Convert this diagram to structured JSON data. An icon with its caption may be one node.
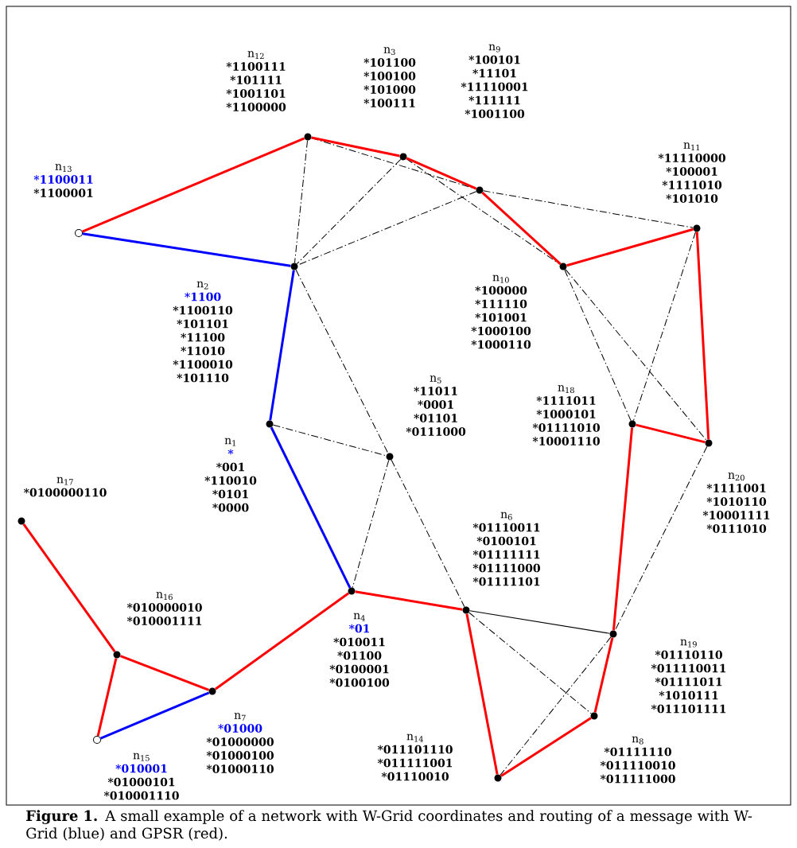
{
  "diagram": {
    "caption": "**Figure 1.** A small example of a network with W-Grid coordinates and routing of a message with W-Grid (blue) and GPSR (red).",
    "nodes": [
      {
        "text": [],
        "shape": "circle",
        "beside": [
          "n$_{1}$",
          "*",
          "*001",
          "*110010",
          "*0101",
          "*0000"
        ]
      },
      {
        "text": [],
        "shape": "circle",
        "beside": [
          "n$_{2}$",
          "*1100",
          "*1100110",
          "*101101",
          "*11100",
          "*11010",
          "*1100010",
          "*101110"
        ]
      },
      {
        "text": [],
        "shape": "circle",
        "beside": [
          "n$_{3}$",
          "*101100",
          "*100100",
          "*101000",
          "*100111"
        ]
      },
      {
        "text": [],
        "shape": "circle",
        "beside": [
          "n$_{4}$",
          "*01",
          "*010011",
          "*01100",
          "*0100001",
          "*0100100"
        ]
      },
      {
        "text": [],
        "shape": "circle",
        "beside": [
          "n$_{5}$",
          "*11011",
          "*0001",
          "*01101",
          "*0111000"
        ]
      },
      {
        "text": [],
        "shape": "circle",
        "beside": [
          "n$_{6}$",
          "*01110011",
          "*0100101",
          "*01111111",
          "*01111000",
          "*01111101"
        ]
      },
      {
        "text": [],
        "shape": "circle",
        "beside": [
          "n$_{7}$",
          "*01000",
          "*01000000",
          "*01000100",
          "*01000110"
        ]
      },
      {
        "text": [],
        "shape": "circle",
        "beside": [
          "n$_{8}$",
          "*01111110",
          "*011110010",
          "*011111000"
        ]
      },
      {
        "text": [],
        "shape": "circle",
        "beside": [
          "n$_{9}$",
          "*100101",
          "*11101",
          "*11110001",
          "*111111",
          "*1001100"
        ]
      },
      {
        "text": [],
        "shape": "circle",
        "beside": [
          "n$_{10}$",
          "*100000",
          "*111110",
          "*101001",
          "*1000100",
          "*1000110"
        ]
      },
      {
        "text": [],
        "shape": "circle",
        "beside": [
          "n$_{11}$",
          "*11110000",
          "*100001",
          "*1111010",
          "*101010"
        ]
      },
      {
        "text": [],
        "shape": "circle",
        "beside": [
          "n$_{12}$",
          "*1100111",
          "*101111",
          "*1001101",
          "*1100000"
        ]
      },
      {
        "text": [],
        "shape": "circle",
        "beside": [
          "n$_{13}$",
          "*1100011",
          "*1100001"
        ]
      },
      {
        "text": [],
        "shape": "circle",
        "beside": [
          "n$_{14}$",
          "*011101110",
          "*011111001",
          "*01110010"
        ]
      },
      {
        "text": [],
        "shape": "circle",
        "beside": [
          "n$_{15}$",
          "*010001",
          "*01000101",
          "*010001110"
        ]
      },
      {
        "text": [],
        "shape": "circle",
        "beside": [
          "n$_{16}$",
          "*010000010",
          "*010001111"
        ]
      },
      {
        "text": [],
        "shape": "circle",
        "beside": [
          "n$_{17}$",
          "*0100000110"
        ]
      },
      {
        "text": [],
        "shape": "circle",
        "beside": [
          "n$_{18}$",
          "*1111011",
          "*1000101",
          "*01111010",
          "*10001110"
        ]
      },
      {
        "text": [],
        "shape": "circle",
        "beside": [
          "n$_{19}$",
          "*01110110",
          "*011110011",
          "*01111011",
          "*1010111",
          "*011101111"
        ]
      },
      {
        "text": [],
        "shape": "circle",
        "beside": [
          "n$_{20}$",
          "*1111001",
          "*1010110",
          "*10001111",
          "*0111010"
        ]
      }
    ],
    "edges": [
      {
        "from": 11,
        "to": 1,
        "arrow": "none",
        "style": "dashed"
      },
      {
        "from": 2,
        "to": 1,
        "arrow": "none",
        "style": "dashed"
      },
      {
        "from": 8,
        "to": 1,
        "arrow": "none",
        "style": "dashed"
      },
      {
        "from": 1,
        "to": 4,
        "arrow": "none",
        "style": "dashed"
      },
      {
        "from": 0,
        "to": 4,
        "arrow": "none",
        "style": "dashed"
      },
      {
        "from": 4,
        "to": 3,
        "arrow": "none",
        "style": "dashed"
      },
      {
        "from": 4,
        "to": 5,
        "arrow": "none",
        "style": "dashed"
      },
      {
        "from": 11,
        "to": 8,
        "arrow": "none",
        "style": "dashed"
      },
      {
        "from": 2,
        "to": 9,
        "arrow": "none",
        "style": "dashed"
      },
      {
        "from": 8,
        "to": 10,
        "arrow": "none",
        "style": "dashed"
      },
      {
        "from": 9,
        "to": 17,
        "arrow": "none",
        "style": "dashed"
      },
      {
        "from": 9,
        "to": 19,
        "arrow": "none",
        "style": "dashed"
      },
      {
        "from": 10,
        "to": 17,
        "arrow": "none",
        "style": "dashed"
      },
      {
        "from": 19,
        "to": 18,
        "arrow": "none",
        "style": "dashed"
      },
      {
        "from": 18,
        "to": 13,
        "arrow": "none",
        "style": "dashed"
      },
      {
        "from": 5,
        "to": 7,
        "arrow": "none",
        "style": "dashed"
      },
      {
        "from": 5,
        "to": 18,
        "arrow": "none"
      },
      {
        "from": 12,
        "to": 1,
        "arrow": "none",
        "color": "#0000ff"
      },
      {
        "from": 1,
        "to": 0,
        "arrow": "none",
        "color": "#0000ff"
      },
      {
        "from": 0,
        "to": 3,
        "arrow": "none",
        "color": "#0000ff"
      },
      {
        "from": 6,
        "to": 14,
        "arrow": "none",
        "color": "#0000ff"
      },
      {
        "from": 12,
        "to": 11,
        "arrow": "none",
        "color": "#ff0000"
      },
      {
        "from": 11,
        "to": 2,
        "arrow": "none",
        "color": "#ff0000"
      },
      {
        "from": 2,
        "to": 8,
        "arrow": "none",
        "color": "#ff0000"
      },
      {
        "from": 8,
        "to": 9,
        "arrow": "none",
        "color": "#ff0000"
      },
      {
        "from": 9,
        "to": 10,
        "arrow": "none",
        "color": "#ff0000"
      },
      {
        "from": 10,
        "to": 19,
        "arrow": "none",
        "color": "#ff0000"
      },
      {
        "from": 19,
        "to": 17,
        "arrow": "none",
        "color": "#ff0000"
      },
      {
        "from": 17,
        "to": 18,
        "arrow": "none",
        "color": "#ff0000"
      },
      {
        "from": 18,
        "to": 7,
        "arrow": "none",
        "color": "#ff0000"
      },
      {
        "from": 7,
        "to": 13,
        "arrow": "none",
        "color": "#ff0000"
      },
      {
        "from": 13,
        "to": 5,
        "arrow": "none",
        "color": "#ff0000"
      },
      {
        "from": 5,
        "to": 3,
        "arrow": "none",
        "color": "#ff0000"
      },
      {
        "from": 3,
        "to": 6,
        "arrow": "none",
        "color": "#ff0000"
      },
      {
        "from": 6,
        "to": 15,
        "arrow": "none",
        "color": "#ff0000"
      },
      {
        "from": 15,
        "to": 16,
        "arrow": "none",
        "color": "#ff0000"
      },
      {
        "from": 15,
        "to": 14,
        "arrow": "none",
        "color": "#ff0000"
      }
    ]
  }
}
